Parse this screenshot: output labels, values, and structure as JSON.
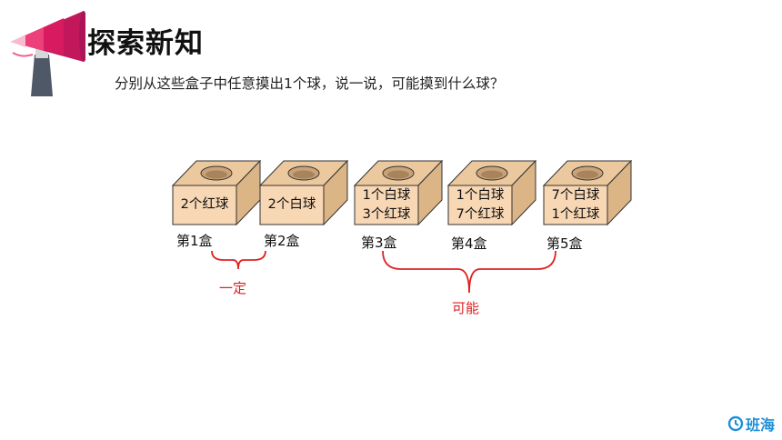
{
  "header": {
    "title": "探索新知",
    "megaphone_icon": "megaphone-icon"
  },
  "question": "分别从这些盒子中任意摸出1个球，说一说，可能摸到什么球？",
  "boxes": [
    {
      "line1": "2个红球",
      "line2": "",
      "label": "第1盒"
    },
    {
      "line1": "2个白球",
      "line2": "",
      "label": "第2盒"
    },
    {
      "line1": "1个白球",
      "line2": "3个红球",
      "label": "第3盒"
    },
    {
      "line1": "1个白球",
      "line2": "7个红球",
      "label": "第4盒"
    },
    {
      "line1": "7个白球",
      "line2": "1个红球",
      "label": "第5盒"
    }
  ],
  "brackets": {
    "certain": "一定",
    "possible": "可能"
  },
  "logo": {
    "text": "班海",
    "icon": "banhai-logo-icon"
  },
  "colors": {
    "box_front": "#f7d7b4",
    "box_top": "#ecc89e",
    "box_side": "#dcb587",
    "bracket": "#e02020",
    "logo": "#1e8fd6"
  }
}
